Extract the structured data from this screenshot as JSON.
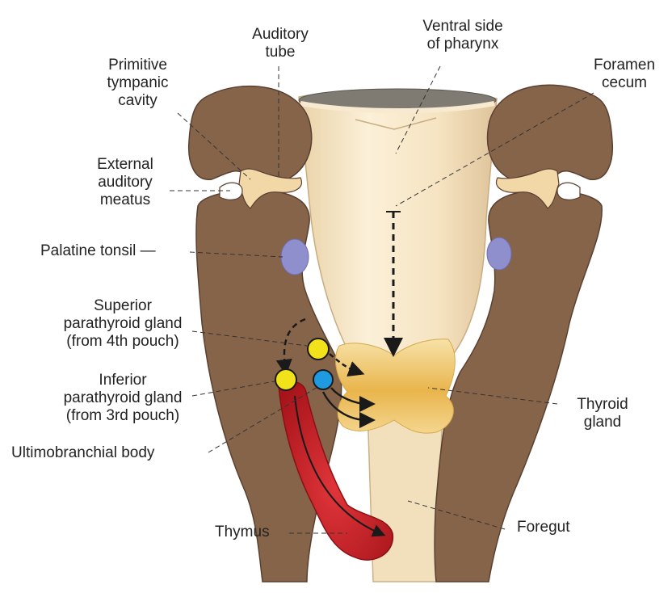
{
  "labels": {
    "auditory_tube": [
      "Auditory",
      "tube"
    ],
    "ventral_pharynx": [
      "Ventral side",
      "of pharynx"
    ],
    "foramen_cecum": [
      "Foramen",
      "cecum"
    ],
    "primitive_tympanic": [
      "Primitive",
      "tympanic",
      "cavity"
    ],
    "external_auditory": [
      "External",
      "auditory",
      "meatus"
    ],
    "palatine_tonsil": "Palatine tonsil —",
    "superior_parathyroid": [
      "Superior",
      "parathyroid gland",
      "(from 4th pouch)"
    ],
    "inferior_parathyroid": [
      "Inferior",
      "parathyroid gland",
      "(from 3rd pouch)"
    ],
    "ultimobranchial": "Ultimobranchial body",
    "thyroid": [
      "Thyroid",
      "gland"
    ],
    "thymus": "Thymus",
    "foregut": "Foregut"
  },
  "colors": {
    "arch_brown": "#86644a",
    "arch_outline": "#5a4030",
    "pharynx_cream": "#f6e6c6",
    "pharynx_shadow": "#e4cda2",
    "tonsil_purple": "#8f8fce",
    "thyroid_gold": "#e8b850",
    "thymus_red": "#c21f24",
    "parathyroid_yellow": "#f2e21a",
    "ultimobranchial_blue": "#1e9be0"
  }
}
